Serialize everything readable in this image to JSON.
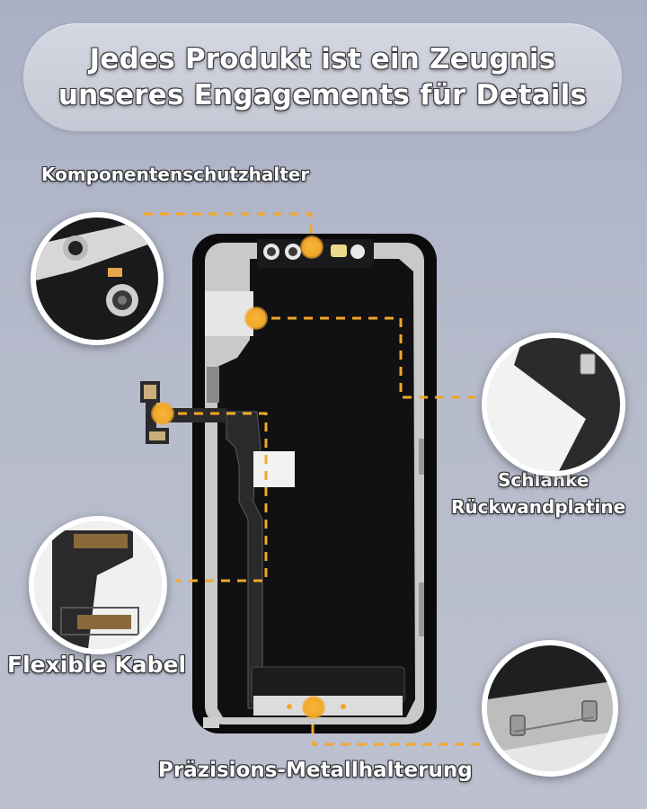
{
  "banner": {
    "line1": "Jedes Produkt ist ein Zeugnis",
    "line2": "unseres Engagements für Details"
  },
  "labels": {
    "component_holder": "Komponentenschutzhalter",
    "backplate_line1": "Schlanke",
    "backplate_line2": "Rückwandplatine",
    "flex_cable": "Flexible Kabel",
    "metal_bracket": "Präzisions-Metallhalterung"
  },
  "colors": {
    "accent": "#f1a72a",
    "background": "#b4b9ca",
    "panel": "#0b0b0c"
  },
  "icons": {
    "callout_marker": "orange-dot-marker"
  }
}
